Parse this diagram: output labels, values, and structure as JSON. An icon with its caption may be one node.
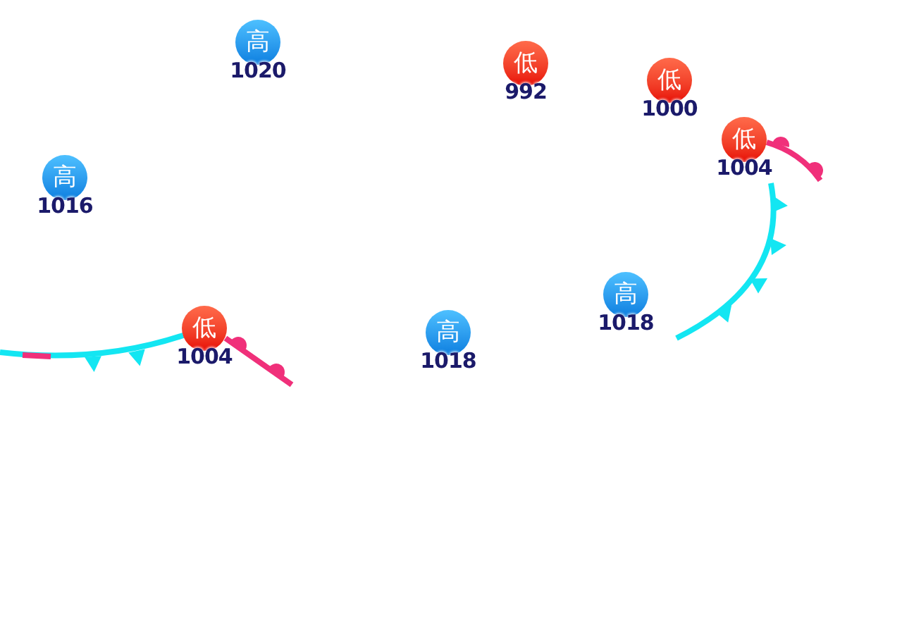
{
  "diagram": {
    "nodes": [
      {
        "text": [
          "高"
        ],
        "beside": [
          "1020"
        ]
      },
      {
        "text": [
          "低"
        ],
        "beside": [
          "992"
        ]
      },
      {
        "text": [
          "低"
        ],
        "beside": [
          "1000"
        ]
      },
      {
        "text": [
          "低"
        ],
        "beside": [
          "1004"
        ]
      },
      {
        "text": [
          "高"
        ],
        "beside": [
          "1016"
        ]
      },
      {
        "text": [
          "低"
        ],
        "beside": [
          "1004"
        ]
      },
      {
        "text": [
          "高"
        ],
        "beside": [
          "1018"
        ]
      },
      {
        "text": [
          "高"
        ],
        "beside": [
          "1018"
        ]
      }
    ]
  }
}
